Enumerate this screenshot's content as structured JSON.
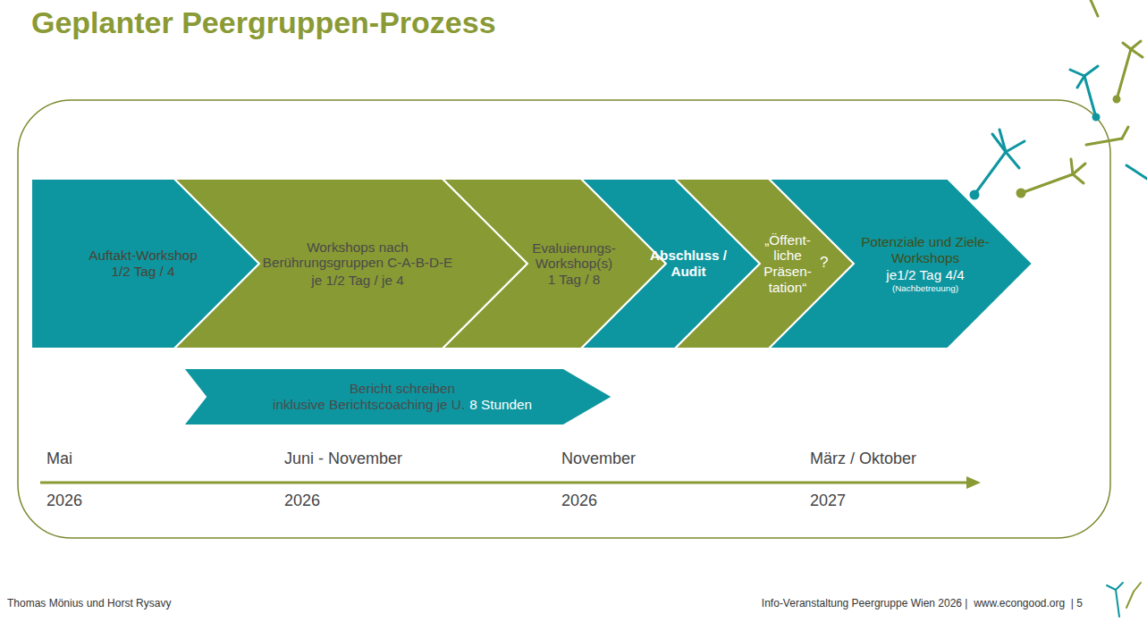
{
  "diagram": {
    "title": "Geplanter Peergruppen-Prozess",
    "nodes": [
      {
        "text": [
          "Auftakt-Workshop",
          "1/2 Tag / 4"
        ]
      },
      {
        "text": [
          "Workshops nach Berührungsgruppen C-A-B-D-E",
          "je 1/2 Tag / je 4"
        ]
      },
      {
        "text": [
          "Evaluierungs-Workshop(s)",
          "1 Tag / 8"
        ]
      },
      {
        "text": [
          "Abschluss / Audit"
        ]
      },
      {
        "text": [
          "„Öffent- liche Präsen- tation“",
          "?"
        ]
      },
      {
        "text": [
          "Potenziale und Ziele-Workshops",
          "je1/2 Tag 4/4",
          "(Nachbetreuung)"
        ]
      },
      {
        "text": [
          "Bericht schreiben",
          "inklusive Berichtscoaching je U.",
          "8 Stunden"
        ]
      }
    ],
    "labels": [
      "Mai",
      "2026",
      "Juni - November",
      "2026",
      "November",
      "2026",
      "März / Oktober",
      "2027",
      "Thomas Mönius und Horst Rysavy",
      "Info-Veranstaltung Peergruppe Wien 2026 |  www.econgood.org  | 5"
    ]
  }
}
